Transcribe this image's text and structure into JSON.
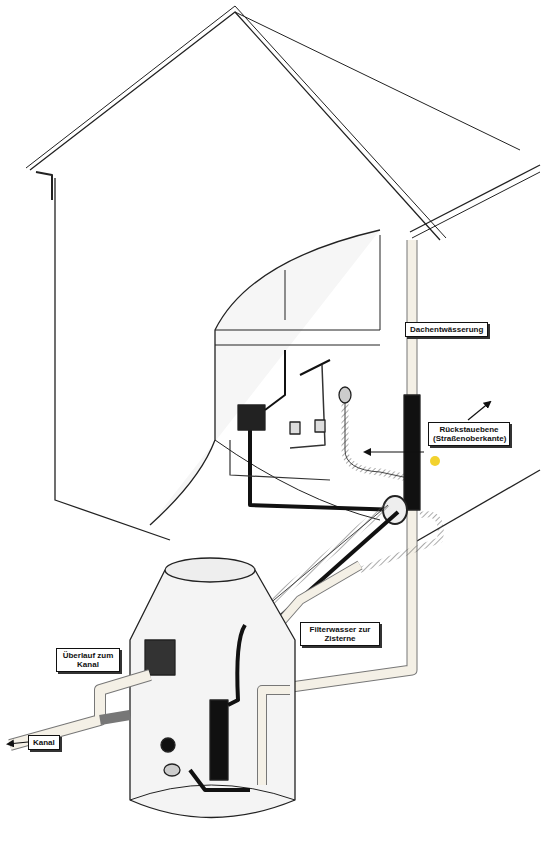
{
  "diagram": {
    "nodes": [
      {
        "text": [
          "Dachentwässerung"
        ]
      },
      {
        "text": [
          "Rückstauebene (Straßenoberkante)"
        ]
      },
      {
        "text": [
          "Filterwasser zur Zisterne"
        ]
      },
      {
        "text": [
          "Überlauf zum Kanal"
        ]
      },
      {
        "text": [
          "Kanal"
        ]
      }
    ]
  }
}
